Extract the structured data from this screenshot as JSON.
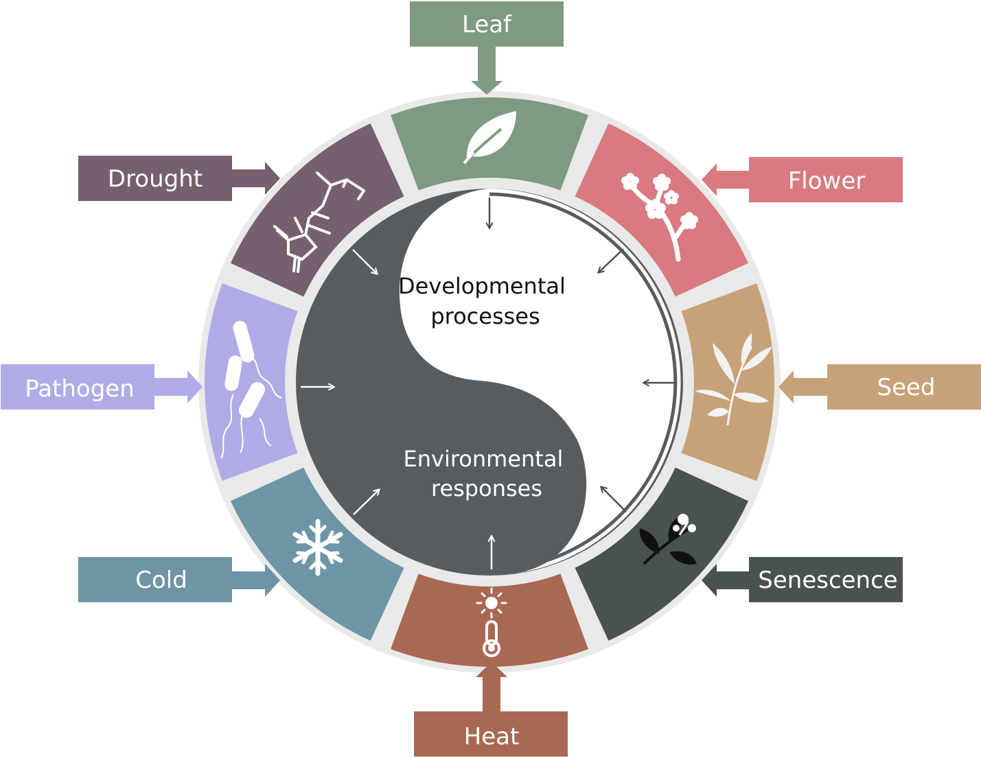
{
  "center": {
    "top_text": [
      "Developmental",
      "processes"
    ],
    "bottom_text": [
      "Environmental",
      "responses"
    ],
    "colors": {
      "dark": "#575c60",
      "light": "#ffffff",
      "ring": "#e6e6e6"
    }
  },
  "segments": [
    {
      "key": "leaf",
      "label": "Leaf",
      "color": "#7e9a80",
      "icon": "leaf-icon"
    },
    {
      "key": "flower",
      "label": "Flower",
      "color": "#d97a80",
      "icon": "flower-icon"
    },
    {
      "key": "seed",
      "label": "Seed",
      "color": "#c7a178",
      "icon": "seed-icon"
    },
    {
      "key": "senescence",
      "label": "Senescence",
      "color": "#4a524f",
      "icon": "senescence-icon"
    },
    {
      "key": "heat",
      "label": "Heat",
      "color": "#a96852",
      "icon": "thermometer-icon"
    },
    {
      "key": "cold",
      "label": "Cold",
      "color": "#6e95a5",
      "icon": "snowflake-icon"
    },
    {
      "key": "pathogen",
      "label": "Pathogen",
      "color": "#b0abe6",
      "icon": "bacteria-icon"
    },
    {
      "key": "drought",
      "label": "Drought",
      "color": "#765f6e",
      "icon": "molecule-icon"
    }
  ]
}
